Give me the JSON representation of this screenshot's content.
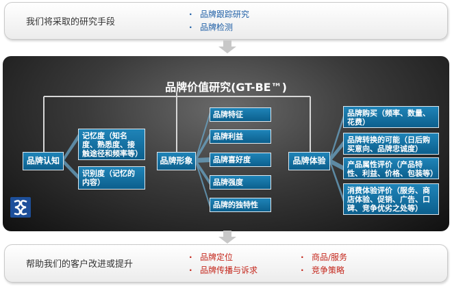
{
  "top": {
    "title": "我们将采取的研究手段",
    "items": [
      "品牌跟踪研究",
      "品牌检测"
    ]
  },
  "diagram": {
    "title": "品牌价值研究(GT-BE™)",
    "awareness": {
      "label": "品牌认知",
      "children": [
        "记忆度（知名度、熟悉度、接触途径和频率等）",
        "识别度（记忆的内容）"
      ]
    },
    "image": {
      "label": "品牌形象",
      "children": [
        "品牌特征",
        "品牌利益",
        "品牌喜好度",
        "品牌强度",
        "品牌的独特性"
      ]
    },
    "experience": {
      "label": "品牌体验",
      "children": [
        "品牌购买（频率、数量、花费）",
        "品牌转换的可能（日后购买意向、品牌忠诚度）",
        "产品属性评价（产品特性、利益、价格、包装等）",
        "消费体验评价（服务、商店体验、促销、广告、口碑、竞争优劣之处等）"
      ]
    }
  },
  "bottom": {
    "title": "帮助我们的客户改进或提升",
    "left_items": [
      "品牌定位",
      "品牌传播与诉求"
    ],
    "right_items": [
      "商品/服务",
      "竞争策略"
    ]
  },
  "colors": {
    "box_blue": "#1576ab",
    "text_blue": "#1f5fa6",
    "text_red": "#c4261b"
  }
}
